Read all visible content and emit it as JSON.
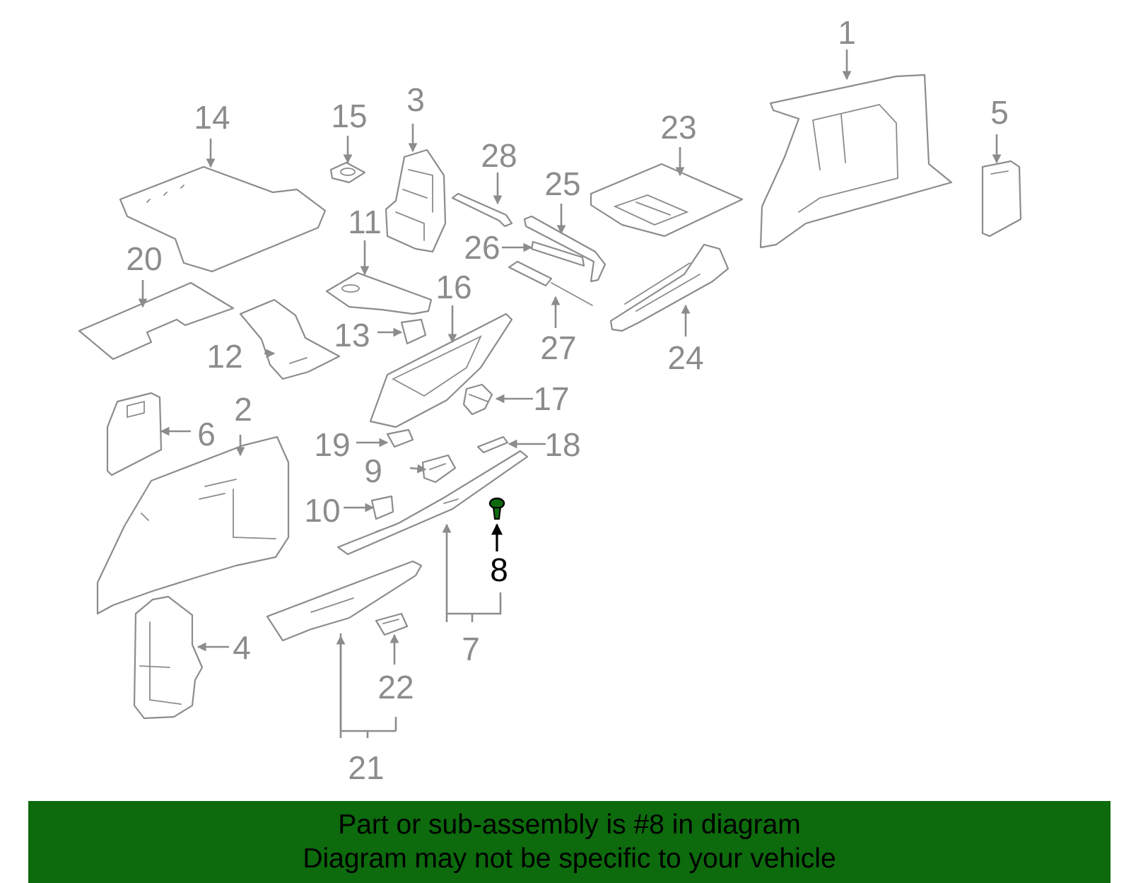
{
  "callouts": {
    "c1": "1",
    "c2": "2",
    "c3": "3",
    "c4": "4",
    "c5": "5",
    "c6": "6",
    "c7": "7",
    "c8": "8",
    "c9": "9",
    "c10": "10",
    "c11": "11",
    "c12": "12",
    "c13": "13",
    "c14": "14",
    "c15": "15",
    "c16": "16",
    "c17": "17",
    "c18": "18",
    "c19": "19",
    "c20": "20",
    "c21": "21",
    "c22": "22",
    "c23": "23",
    "c24": "24",
    "c25": "25",
    "c26": "26",
    "c27": "27",
    "c28": "28"
  },
  "highlight": {
    "part_number": "8",
    "color": "#0d6a0d",
    "leader_color": "#000000"
  },
  "colors": {
    "line": "#8c8c8c",
    "banner": "#0d6a0d",
    "background": "#ffffff"
  },
  "banner": {
    "line1": "Part or sub-assembly is #8 in diagram",
    "line2": "Diagram may not be specific to your vehicle"
  }
}
